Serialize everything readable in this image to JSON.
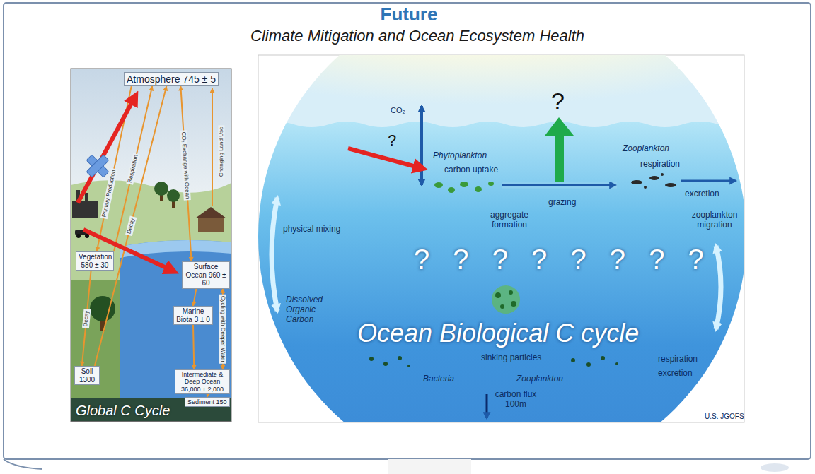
{
  "diagram": {
    "title": "Future",
    "nodes": [
      {
        "text": [
          "Global C Cycle"
        ]
      },
      {
        "text": [
          "Atmosphere 745 ± 5"
        ],
        "in": 0
      },
      {
        "text": [
          "Vegetation 580 ± 30"
        ],
        "in": 0
      },
      {
        "text": [
          "Surface Ocean 960 ± 60"
        ],
        "in": 0
      },
      {
        "text": [
          "Marine Biota 3 ± 0"
        ],
        "in": 0
      },
      {
        "text": [
          "Soil 1300"
        ],
        "in": 0
      },
      {
        "text": [
          "Intermediate & Deep Ocean 36,000 ± 2,000"
        ],
        "in": 0
      },
      {
        "text": [
          "Sediment 150"
        ],
        "in": 0
      }
    ],
    "edges": [
      {
        "from": 1,
        "to": 2,
        "arrow": "to",
        "label": "Primary Production"
      },
      {
        "from": 2,
        "to": 1,
        "arrow": "to",
        "label": "Respiration"
      },
      {
        "from": 5,
        "to": 1,
        "arrow": "to",
        "label": "Decay"
      },
      {
        "from": 1,
        "to": 3,
        "arrow": "both",
        "label": "CO₂ Exchange with Ocean"
      },
      {
        "from": 2,
        "to": 5,
        "arrow": "to",
        "label": "Decay"
      },
      {
        "from": 3,
        "to": 4,
        "arrow": "to"
      },
      {
        "from": 3,
        "to": 6,
        "arrow": "both",
        "label": "Cycling with Deeper Water"
      },
      {
        "from": 4,
        "to": 6,
        "arrow": "to"
      },
      {
        "from": 6,
        "to": 7,
        "arrow": "to"
      }
    ],
    "labels": [
      "Climate Mitigation and Ocean Ecosystem Health",
      "Changing Land Use",
      "?",
      "?",
      "? ? ? ? ? ? ? ?",
      "Ocean Biological C cycle",
      "CO₂",
      "Phytoplankton",
      "carbon uptake",
      "Zooplankton",
      "respiration",
      "grazing",
      "excretion",
      "physical mixing",
      "aggregate formation",
      "zooplankton migration",
      "Dissolved Organic Carbon",
      "sinking particles",
      "Bacteria",
      "Zooplankton",
      "excretion",
      "respiration",
      "carbon flux 100m",
      "U.S. JGOFS"
    ]
  }
}
